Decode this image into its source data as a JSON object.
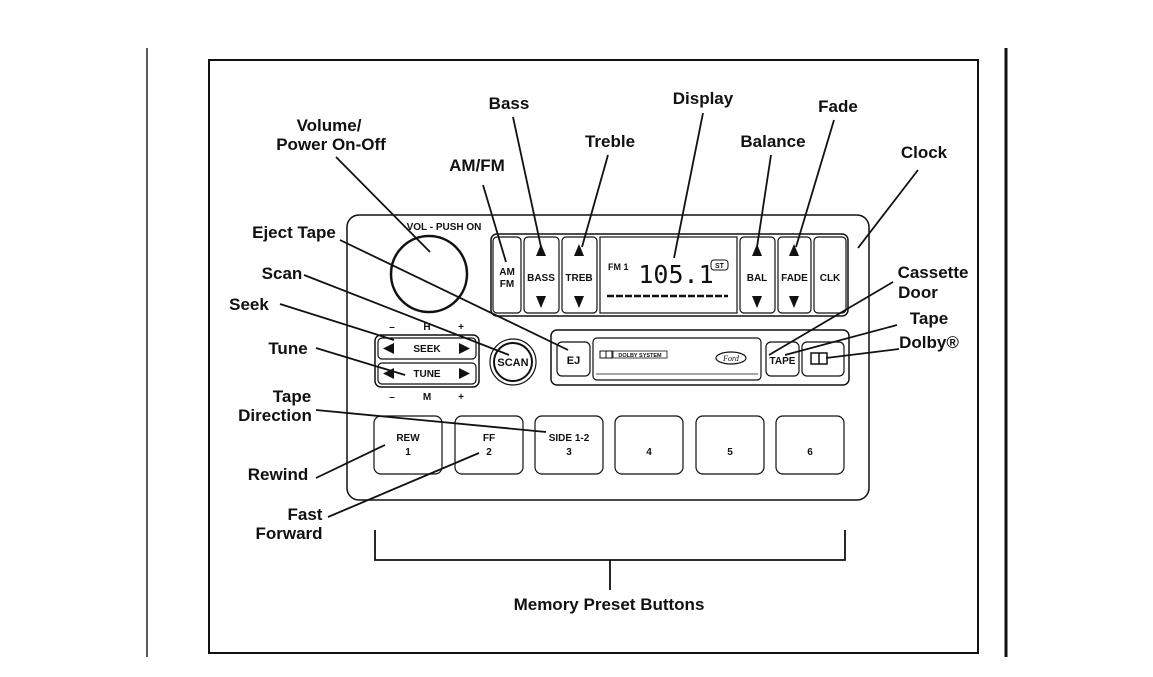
{
  "callouts": {
    "bass": "Bass",
    "display": "Display",
    "fade": "Fade",
    "volume_1": "Volume/",
    "volume_2": "Power On-Off",
    "treble": "Treble",
    "balance": "Balance",
    "clock": "Clock",
    "amfm": "AM/FM",
    "eject": "Eject Tape",
    "scan": "Scan",
    "seek": "Seek",
    "tune": "Tune",
    "tape_dir_1": "Tape",
    "tape_dir_2": "Direction",
    "cassette_1": "Cassette",
    "cassette_2": "Door",
    "tape": "Tape",
    "dolby": "Dolby®",
    "rewind": "Rewind",
    "ff_1": "Fast",
    "ff_2": "Forward",
    "memory": "Memory Preset Buttons"
  },
  "radio": {
    "vol_label": "VOL - PUSH ON",
    "am": "AM",
    "fm": "FM",
    "bass": "BASS",
    "treb": "TREB",
    "band": "FM 1",
    "frequency": "105.1",
    "stereo": "ST",
    "bal": "BAL",
    "fade": "FADE",
    "clk": "CLK",
    "seek_plus": "+",
    "seek_h": "H",
    "seek_minus": "–",
    "seek": "SEEK",
    "tune": "TUNE",
    "tune_minus": "–",
    "tune_m": "M",
    "tune_plus": "+",
    "scan": "SCAN",
    "ej": "EJ",
    "dolby_system": "DOLBY SYSTEM",
    "brand": "Ford",
    "tape": "TAPE",
    "presets": [
      {
        "top": "REW",
        "bottom": "1"
      },
      {
        "top": "FF",
        "bottom": "2"
      },
      {
        "top": "SIDE 1-2",
        "bottom": "3"
      },
      {
        "top": "",
        "bottom": "4"
      },
      {
        "top": "",
        "bottom": "5"
      },
      {
        "top": "",
        "bottom": "6"
      }
    ]
  }
}
